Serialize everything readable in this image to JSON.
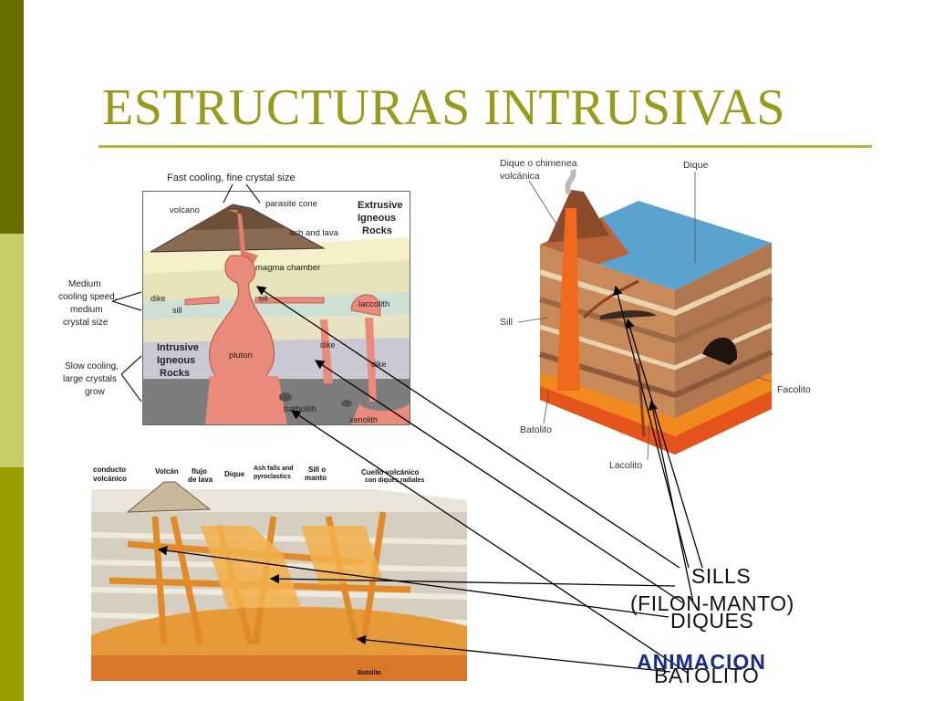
{
  "slide": {
    "title": "ESTRUCTURAS INTRUSIVAS",
    "labels": {
      "sills": "SILLS",
      "filon_manto": "(FILON-MANTO)",
      "diques": "DIQUES",
      "batolito": "BATOLITO",
      "animacion": "ANIMACION"
    }
  },
  "diagram1": {
    "fast_cooling": "Fast cooling, fine crystal size",
    "volcano": "volcano",
    "parasite_cone": "parasite cone",
    "ash_and_lava": "ash and lava",
    "extrusive": [
      "Extrusive",
      "Igneous",
      "Rocks"
    ],
    "magma_chamber": "magma chamber",
    "medium": [
      "Medium",
      "cooling speed,",
      "medium",
      "crystal size"
    ],
    "dike": "dike",
    "sill": "sill",
    "laccolith": "laccolith",
    "intrusive": [
      "Intrusive",
      "Igneous",
      "Rocks"
    ],
    "pluton": "pluton",
    "slow": [
      "Slow cooling,",
      "large crystals",
      "grow"
    ],
    "batholith": "batholith",
    "xenolith": "xenolith"
  },
  "diagram2": {
    "dique_chimenea": [
      "Dique o chimenea",
      "volcánica"
    ],
    "dique": "Dique",
    "sill": "Sill",
    "facolito": "Facolito",
    "batolito": "Batolito",
    "lacolito": "Lacolito"
  },
  "diagram3": {
    "conducto": [
      "conducto",
      "volcánico"
    ],
    "volcan": "Volcán",
    "flujo": [
      "flujo",
      "de lava"
    ],
    "dique": "Dique",
    "ash": [
      "Ash falls and",
      "pyroclastics"
    ],
    "sill_manto": [
      "Sill o",
      "manto"
    ],
    "cuello": [
      "Cuello volcánico",
      "con diques radiales"
    ],
    "batolito": "Batolito"
  },
  "colors": {
    "sidebar_dark": "#6b6f00",
    "sidebar_light": "#c9cc6a",
    "sidebar_mid": "#999d00",
    "title": "#9a9a1c",
    "link": "#1a2a8c"
  }
}
